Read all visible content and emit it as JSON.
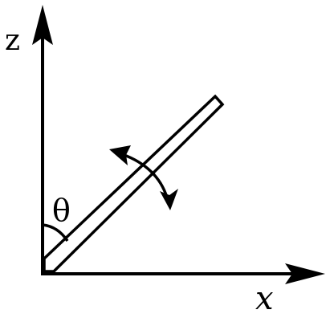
{
  "diagram": {
    "labels": {
      "z_axis": "z",
      "x_axis": "x",
      "angle": "θ"
    },
    "colors": {
      "stroke": "#000000",
      "background": "#ffffff"
    }
  }
}
